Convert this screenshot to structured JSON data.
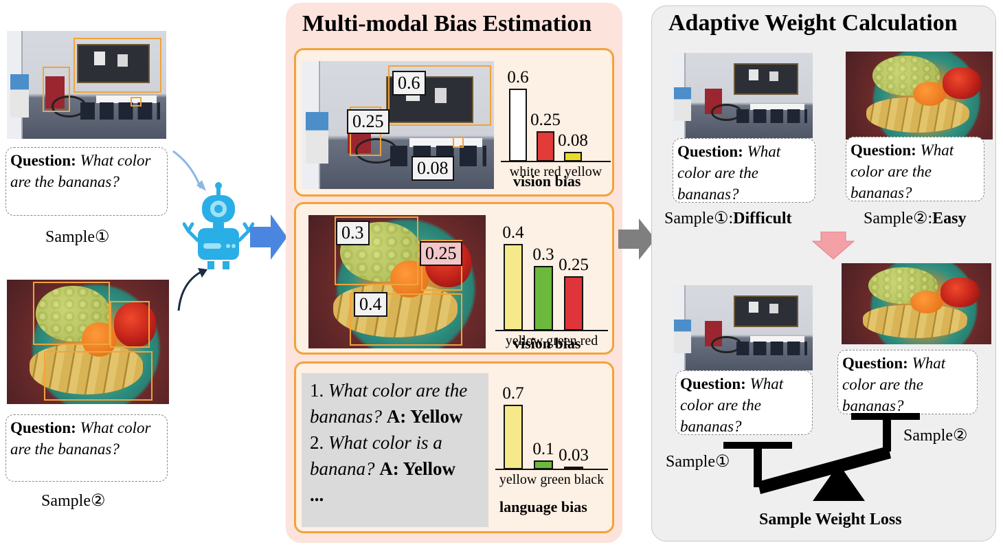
{
  "left_column": {
    "sample1": {
      "question_label": "Question:",
      "question_text": "What color are the bananas?",
      "caption": "Sample①"
    },
    "sample2": {
      "question_label": "Question:",
      "question_text": "What color are the bananas?",
      "caption": "Sample②"
    }
  },
  "middle_panel": {
    "title": "Multi-modal Bias Estimation",
    "sub1": {
      "tags": [
        "0.6",
        "0.25",
        "0.08"
      ],
      "chart_data": {
        "type": "bar",
        "categories": [
          "white",
          "red",
          "yellow"
        ],
        "values": [
          0.6,
          0.25,
          0.08
        ],
        "value_labels": [
          "0.6",
          "0.25",
          "0.08"
        ],
        "colors": [
          "#ffffff",
          "#e33a3a",
          "#e7dc2c"
        ],
        "ylim": [
          0,
          0.6
        ],
        "caption": "vision bias"
      }
    },
    "sub2": {
      "tags": [
        "0.3",
        "0.25",
        "0.4"
      ],
      "chart_data": {
        "type": "bar",
        "categories": [
          "yellow",
          "green",
          "red"
        ],
        "values": [
          0.4,
          0.3,
          0.25
        ],
        "value_labels": [
          "0.4",
          "0.3",
          "0.25"
        ],
        "colors": [
          "#f5e98a",
          "#6bb93d",
          "#df3439"
        ],
        "ylim": [
          0,
          0.4
        ],
        "caption": "vision bias"
      }
    },
    "sub3": {
      "q1_prefix": "1.",
      "q1_text": "What color are the bananas?",
      "q1_answer": "A: Yellow",
      "q2_prefix": "2.",
      "q2_text": "What color is a banana?",
      "q2_answer": "A: Yellow",
      "ellipsis": "...",
      "chart_data": {
        "type": "bar",
        "categories": [
          "yellow",
          "green",
          "black"
        ],
        "values": [
          0.7,
          0.1,
          0.03
        ],
        "value_labels": [
          "0.7",
          "0.1",
          "0.03"
        ],
        "colors": [
          "#f5e98a",
          "#6bb93d",
          "#000000"
        ],
        "ylim": [
          0,
          0.7
        ],
        "caption": "language bias"
      }
    }
  },
  "right_panel": {
    "title": "Adaptive Weight Calculation",
    "top_left_question_label": "Question:",
    "top_left_question_text": "What color are the bananas?",
    "top_right_question_label": "Question:",
    "top_right_question_text": "What color are the bananas?",
    "difficult_prefix": "Sample①:",
    "difficult_word": "Difficult",
    "easy_prefix": "Sample②:",
    "easy_word": "Easy",
    "bottom_left_question_label": "Question:",
    "bottom_left_question_text": "What color are the bananas?",
    "bottom_right_question_label": "Question:",
    "bottom_right_question_text": "What color are the bananas?",
    "scale_left_label": "Sample①",
    "scale_right_label": "Sample②",
    "footer": "Sample Weight Loss"
  },
  "colors": {
    "bbox": "#f2a33a",
    "middle_panel_bg": "#fce3dc",
    "sub_panel_bg": "#fdf0e4",
    "right_panel_bg": "#efefef",
    "blue_arrow": "#4a86e0",
    "grey_arrow": "#7f7f7f",
    "pink_arrow": "#f3a0a6"
  }
}
